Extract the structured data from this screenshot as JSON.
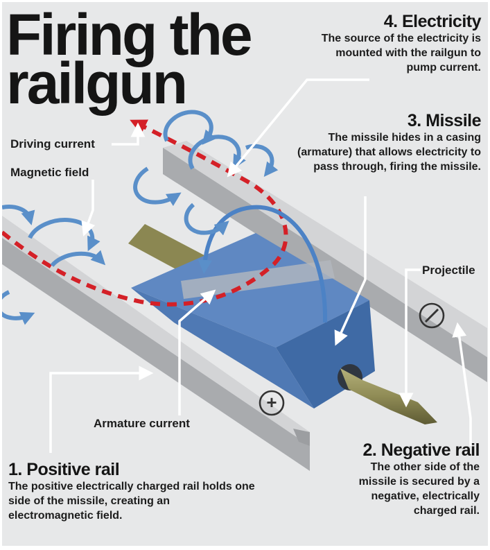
{
  "title": {
    "line1": "Firing the",
    "line2": "railgun"
  },
  "steps": [
    {
      "heading": "1. Positive rail",
      "body": "The positive electrically charged rail holds one side of the missile, creating an electromagnetic field."
    },
    {
      "heading": "2. Negative rail",
      "body": "The other side of the missile is secured by a negative, electrically charged rail."
    },
    {
      "heading": "3. Missile",
      "body": "The missile hides in a casing (armature) that allows electricity to pass through, firing the missile."
    },
    {
      "heading": "4. Electricity",
      "body": "The source of the electricity is mounted with the railgun to pump current."
    }
  ],
  "labels": {
    "driving_current": "Driving current",
    "magnetic_field": "Magnetic field",
    "projectile": "Projectile",
    "armature_current": "Armature current"
  },
  "symbols": {
    "positive": "+",
    "negative": "−"
  },
  "colors": {
    "background": "#e7e8e9",
    "rail_top": "#d3d4d6",
    "rail_side": "#a9abae",
    "armature": "#5b85bf",
    "projectile": "#8d8a54",
    "current_path": "#d42027",
    "field_arrows": "#5a8fc9"
  }
}
